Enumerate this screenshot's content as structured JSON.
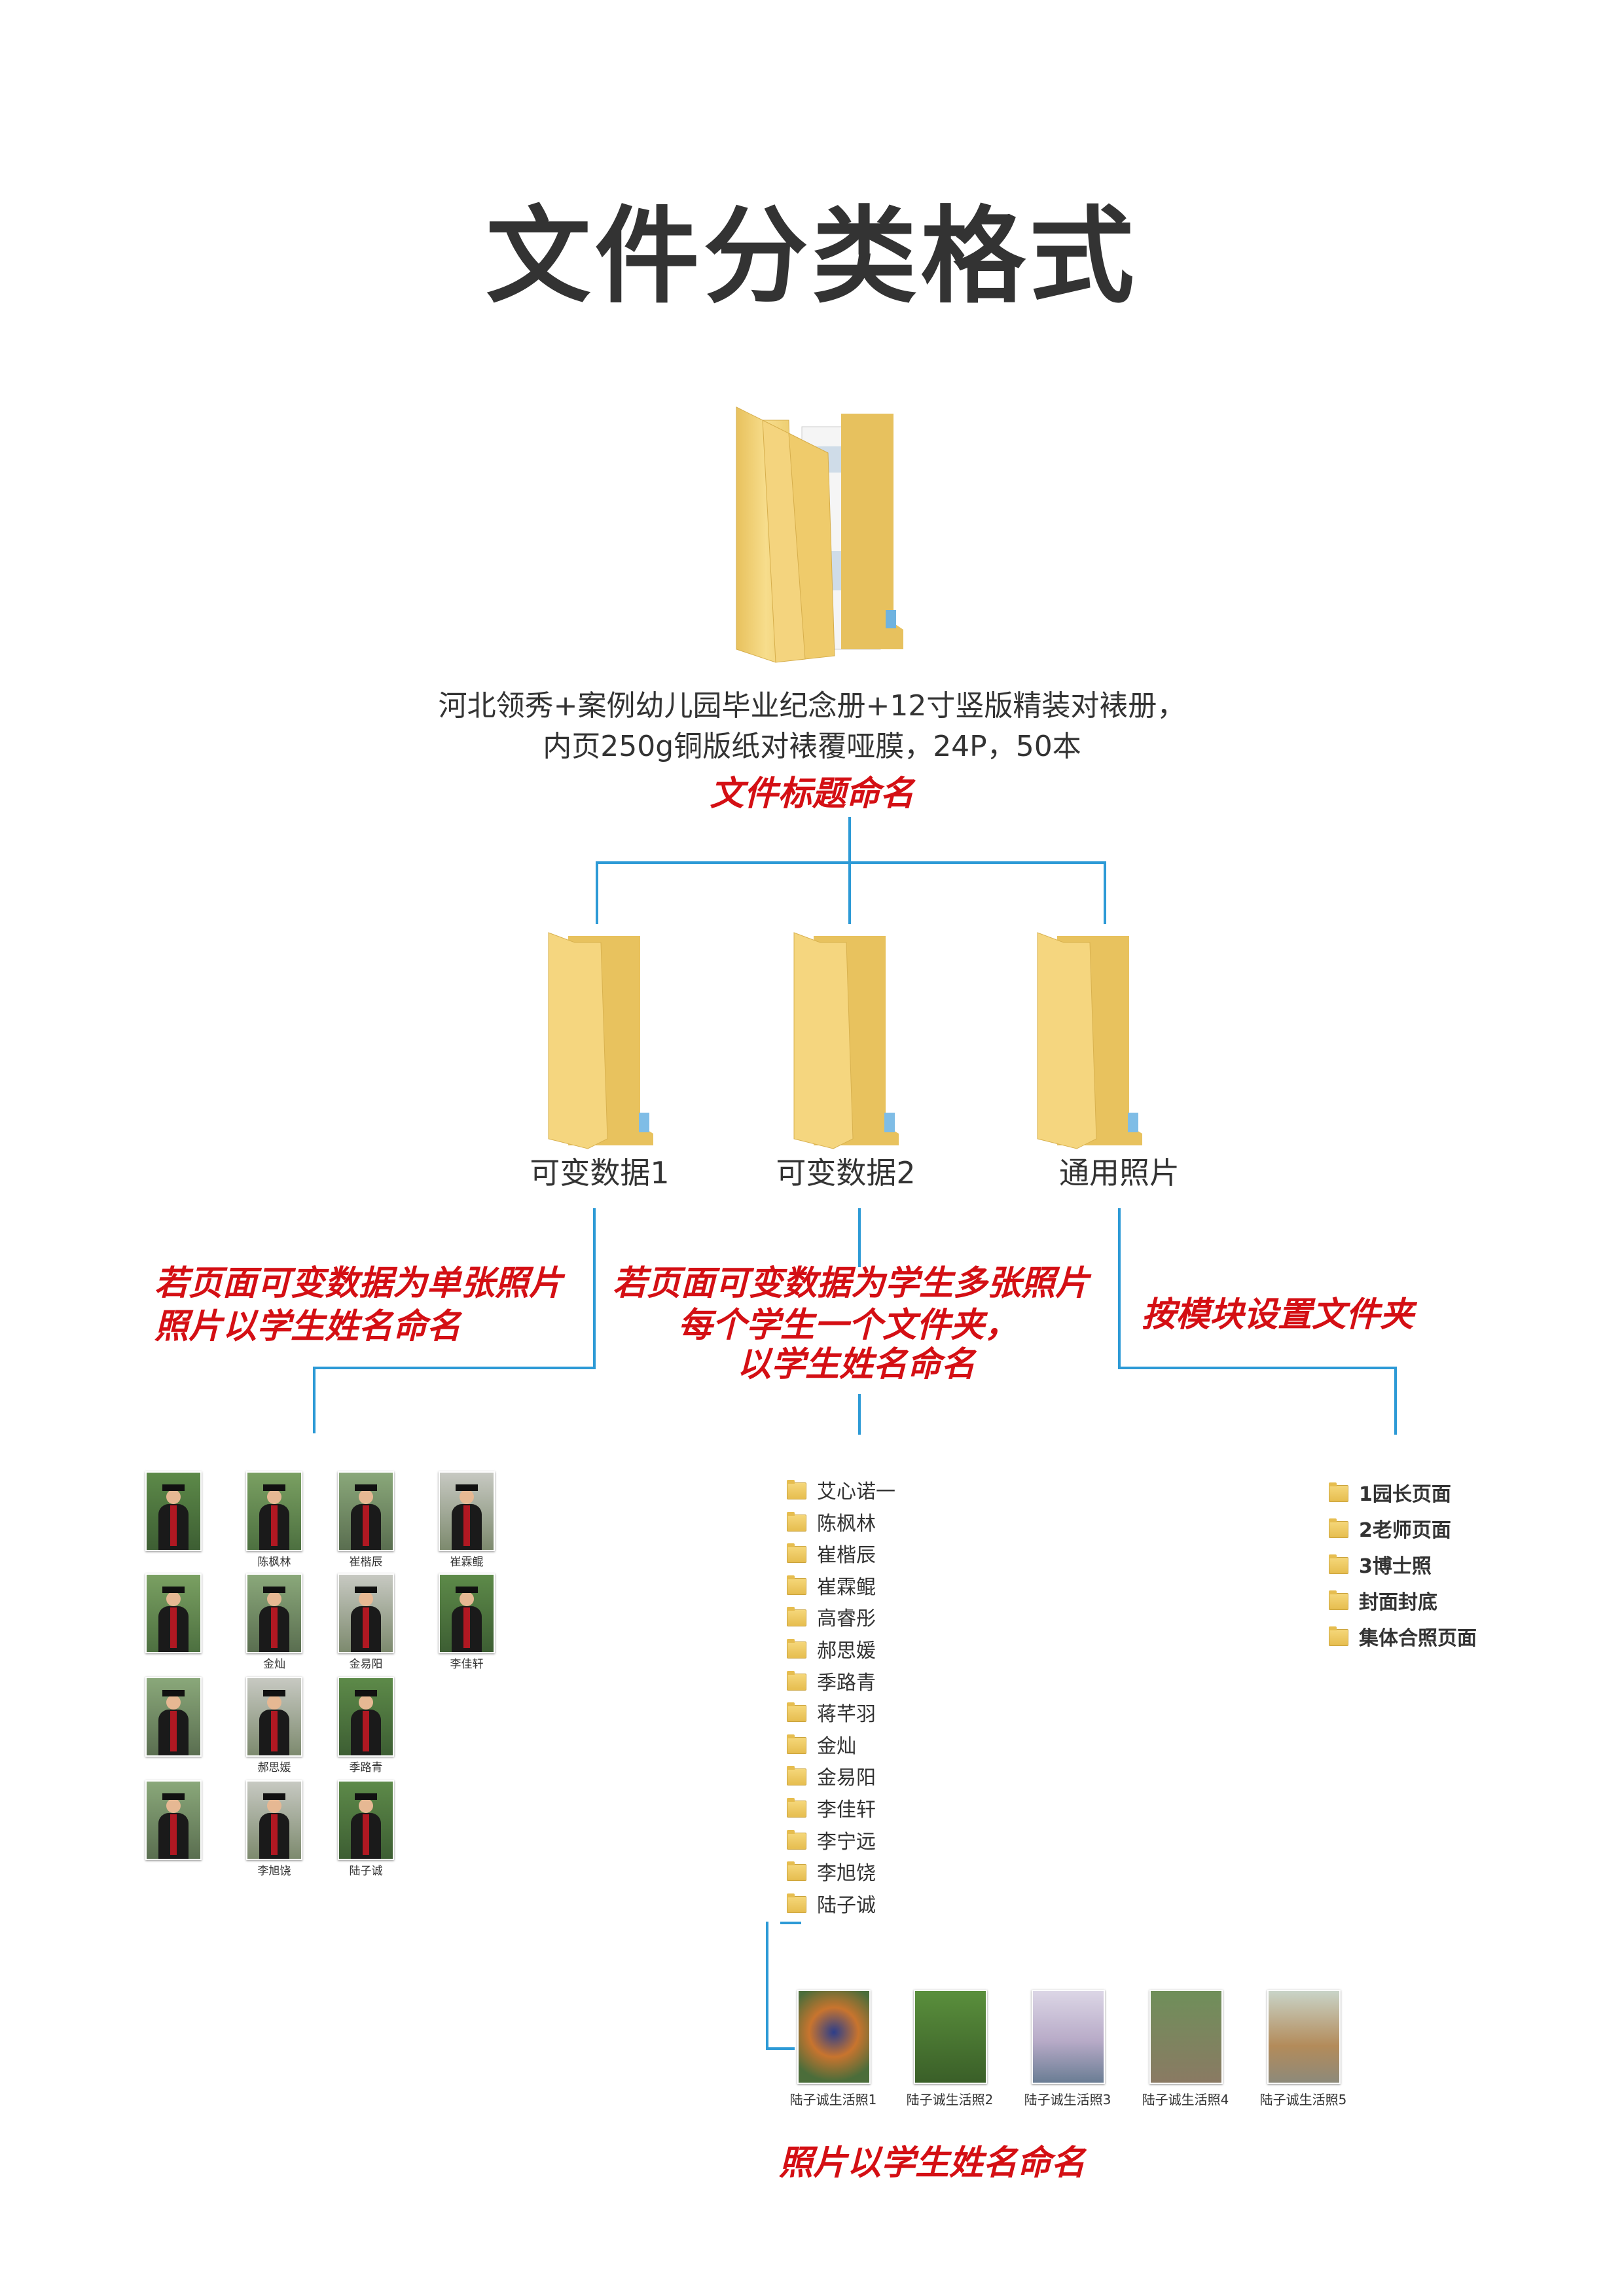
{
  "title": "文件分类格式",
  "root": {
    "line1": "河北领秀+案例幼儿园毕业纪念册+12寸竖版精装对裱册，",
    "line2": "内页250g铜版纸对裱覆哑膜，24P，50本",
    "note": "文件标题命名"
  },
  "folders": [
    {
      "label": "可变数据1"
    },
    {
      "label": "可变数据2"
    },
    {
      "label": "通用照片"
    }
  ],
  "notes": {
    "left_line1": "若页面可变数据为单张照片",
    "left_line2": "照片以学生姓名命名",
    "mid_line1": "若页面可变数据为学生多张照片",
    "mid_line2": "每个学生一个文件夹，",
    "mid_line3": "以学生姓名命名",
    "right": "按模块设置文件夹",
    "bottom": "照片以学生姓名命名"
  },
  "photos": [
    {
      "name": ""
    },
    {
      "name": "陈枫林"
    },
    {
      "name": "崔楷辰"
    },
    {
      "name": "崔霖鲲"
    },
    {
      "name": ""
    },
    {
      "name": "金灿"
    },
    {
      "name": "金易阳"
    },
    {
      "name": "李佳轩"
    },
    {
      "name": ""
    },
    {
      "name": "郝思媛"
    },
    {
      "name": "季路青"
    },
    {
      "name": ""
    },
    {
      "name": "李旭饶"
    },
    {
      "name": "陆子诚"
    }
  ],
  "student_folders": [
    "艾心诺一",
    "陈枫林",
    "崔楷辰",
    "崔霖鲲",
    "高睿彤",
    "郝思媛",
    "季路青",
    "蒋芊羽",
    "金灿",
    "金易阳",
    "李佳轩",
    "李宁远",
    "李旭饶",
    "陆子诚"
  ],
  "module_folders": [
    "1园长页面",
    "2老师页面",
    "3博士照",
    "封面封底",
    "集体合照页面"
  ],
  "life_photos": [
    "陆子诚生活照1",
    "陆子诚生活照2",
    "陆子诚生活照3",
    "陆子诚生活照4",
    "陆子诚生活照5"
  ],
  "colors": {
    "connector": "#2d9ad6",
    "note": "#d40f14",
    "folder": "#f2d27a"
  }
}
